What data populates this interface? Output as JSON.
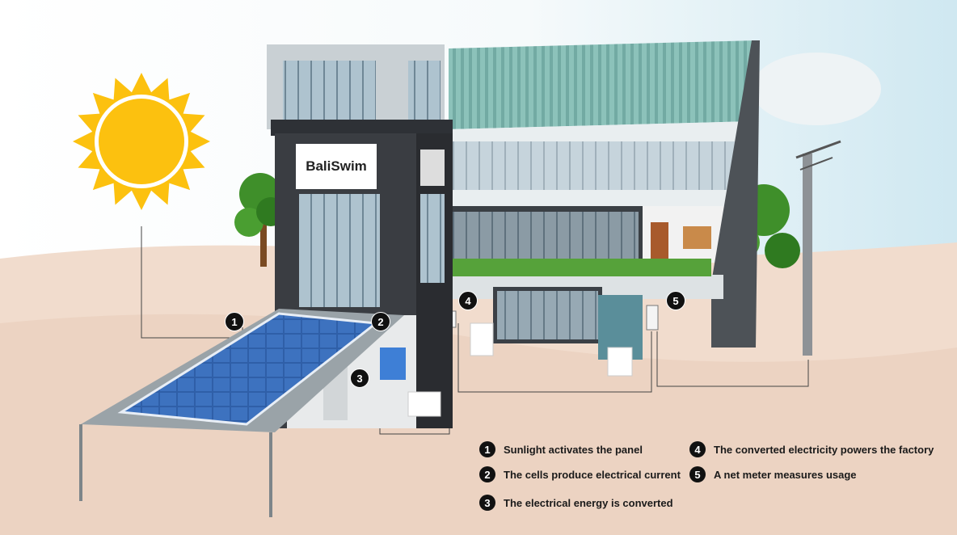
{
  "sign": {
    "brand": "BaliSwim"
  },
  "callouts": [
    "1",
    "2",
    "3",
    "4",
    "5"
  ],
  "legend": [
    {
      "number": "1",
      "text": "Sunlight activates the panel"
    },
    {
      "number": "2",
      "text": "The cells produce electrical current"
    },
    {
      "number": "3",
      "text": "The electrical energy is converted"
    },
    {
      "number": "4",
      "text": "The converted electricity powers the factory"
    },
    {
      "number": "5",
      "text": "A net meter measures usage"
    }
  ],
  "colors": {
    "sun": "#fcc10f",
    "ground": "#f1dccd",
    "sky": "#d6ecf3",
    "panel": "#2f5fa8",
    "roof": "#7fb8b0",
    "tower": "#3a3d42",
    "tree": "#3f8f2a"
  }
}
